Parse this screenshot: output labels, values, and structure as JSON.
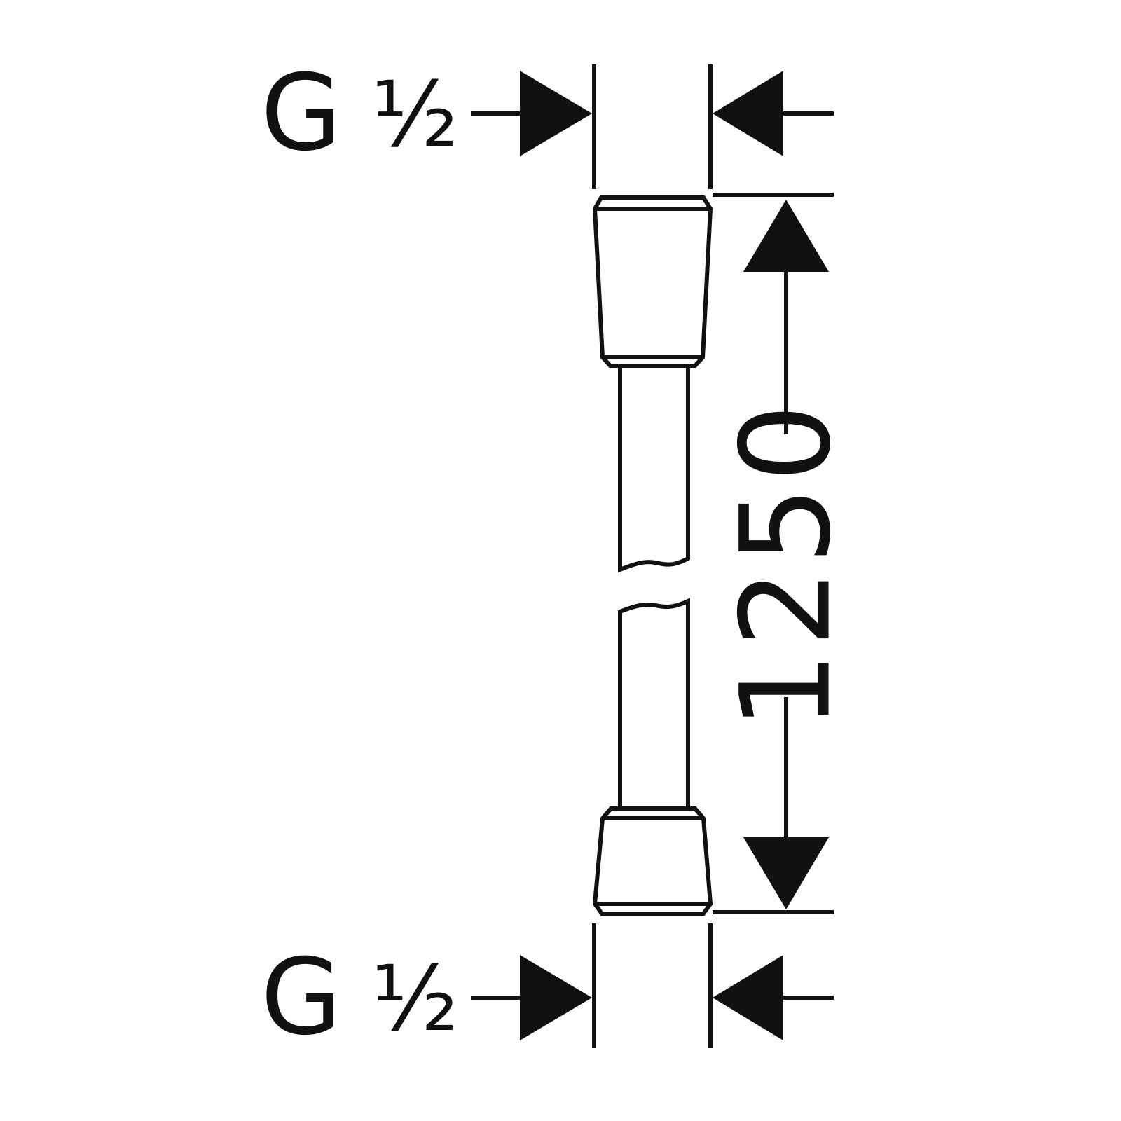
{
  "drawing": {
    "top_thread": {
      "letter": "G",
      "size": "½"
    },
    "bottom_thread": {
      "letter": "G",
      "size": "½"
    },
    "length": "1250"
  }
}
